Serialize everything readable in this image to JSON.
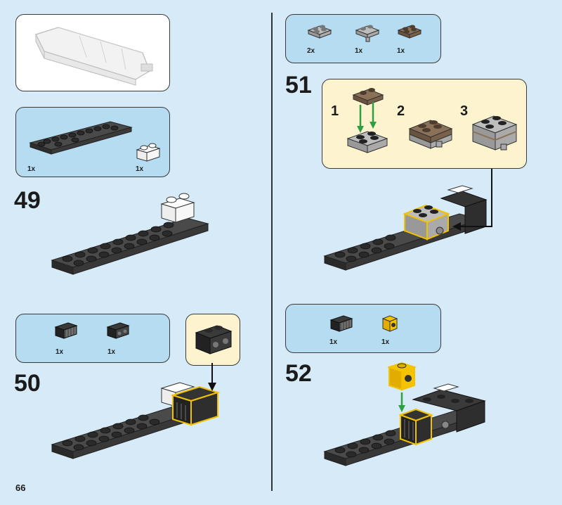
{
  "page": {
    "number": "66"
  },
  "steps": [
    {
      "number": "49",
      "parts": [
        {
          "qty": "1x",
          "name": "plate-2x10-dark"
        },
        {
          "qty": "1x",
          "name": "brick-1x2-white-rounded"
        }
      ]
    },
    {
      "number": "50",
      "parts": [
        {
          "qty": "1x",
          "name": "brick-1x2-grille-black"
        },
        {
          "qty": "1x",
          "name": "brick-1x2-with-holes-black"
        }
      ]
    },
    {
      "number": "51",
      "parts": [
        {
          "qty": "2x",
          "name": "plate-2x2-light-gray"
        },
        {
          "qty": "1x",
          "name": "plate-2x2-with-pin-light-gray"
        },
        {
          "qty": "1x",
          "name": "plate-2x2-brown"
        }
      ],
      "substeps": [
        "1",
        "2",
        "3"
      ]
    },
    {
      "number": "52",
      "parts": [
        {
          "qty": "1x",
          "name": "brick-1x2-grille-black"
        },
        {
          "qty": "1x",
          "name": "brick-1x1-with-hole-yellow"
        }
      ]
    }
  ],
  "colors": {
    "background": "#d6ebf7",
    "parts_panel": "#b6dcf2",
    "substep_panel": "#fdf3cf",
    "highlight": "#f2c200",
    "arrow_green": "#2ea043"
  }
}
